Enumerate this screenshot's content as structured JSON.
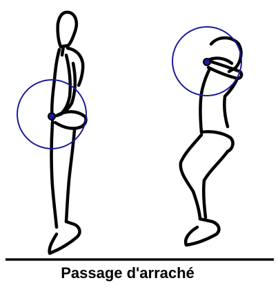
{
  "caption": "Passage d'arraché",
  "figures": [
    {
      "name": "standing-lifter",
      "barbell_marker": "circle-with-dot"
    },
    {
      "name": "squatting-lifter",
      "barbell_marker": "circle-with-dot"
    }
  ],
  "colors": {
    "barbell_circle": "#1a1a9a",
    "outline": "#000000",
    "background": "#ffffff"
  }
}
